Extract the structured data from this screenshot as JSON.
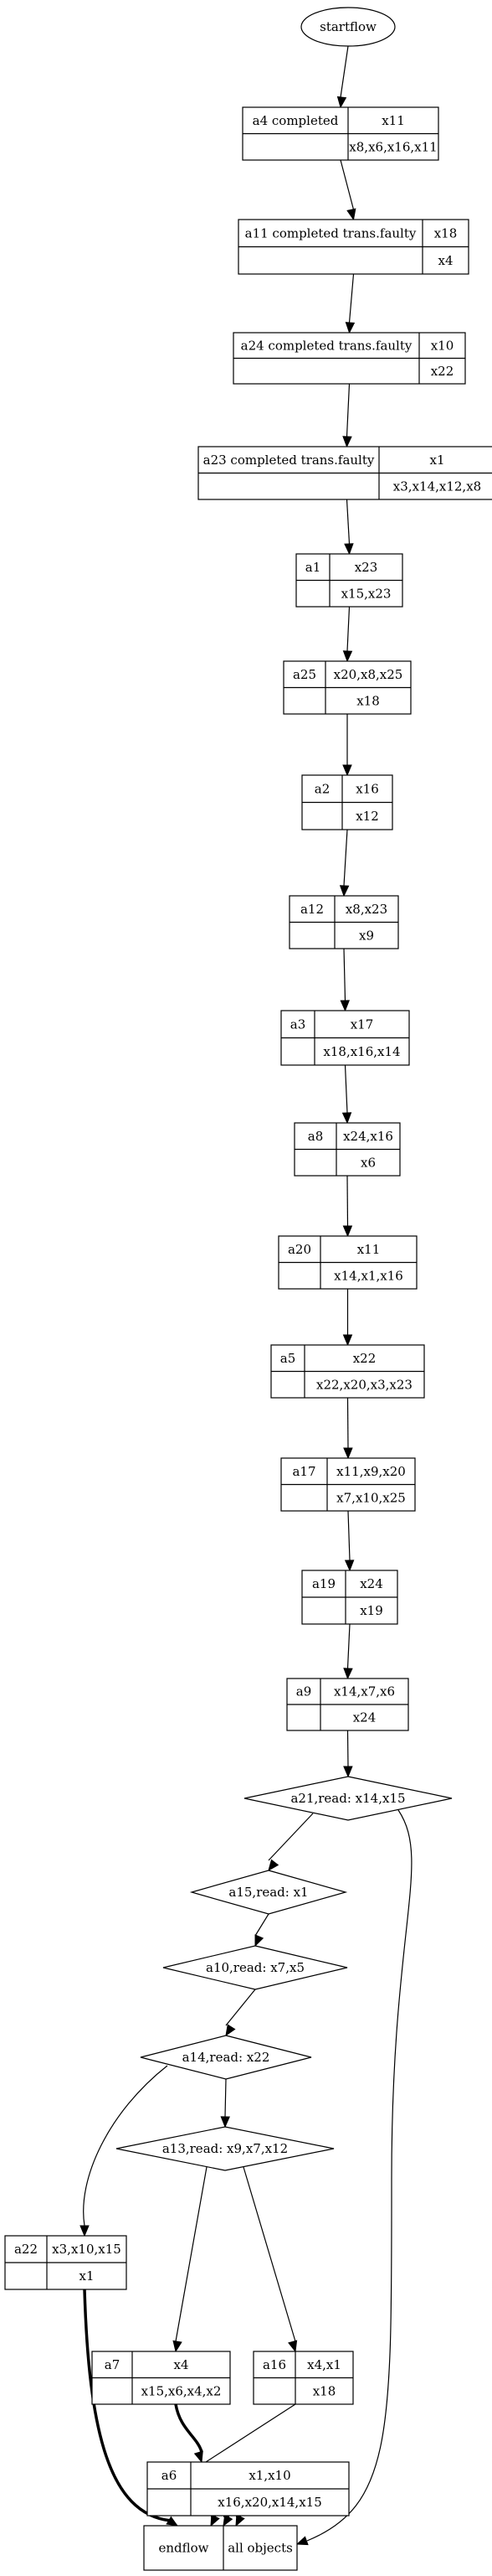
{
  "start": "startflow",
  "records": [
    {
      "id": "a4",
      "name": "a4 completed",
      "top": "x11",
      "bottom": "x8,x6,x16,x11"
    },
    {
      "id": "a11",
      "name": "a11 completed trans.faulty",
      "top": "x18",
      "bottom": "x4"
    },
    {
      "id": "a24",
      "name": "a24 completed trans.faulty",
      "top": "x10",
      "bottom": "x22"
    },
    {
      "id": "a23",
      "name": "a23 completed trans.faulty",
      "top": "x1",
      "bottom": "x3,x14,x12,x8"
    },
    {
      "id": "a1",
      "name": "a1",
      "top": "x23",
      "bottom": "x15,x23"
    },
    {
      "id": "a25",
      "name": "a25",
      "top": "x20,x8,x25",
      "bottom": "x18"
    },
    {
      "id": "a2",
      "name": "a2",
      "top": "x16",
      "bottom": "x12"
    },
    {
      "id": "a12",
      "name": "a12",
      "top": "x8,x23",
      "bottom": "x9"
    },
    {
      "id": "a3",
      "name": "a3",
      "top": "x17",
      "bottom": "x18,x16,x14"
    },
    {
      "id": "a8",
      "name": "a8",
      "top": "x24,x16",
      "bottom": "x6"
    },
    {
      "id": "a20",
      "name": "a20",
      "top": "x11",
      "bottom": "x14,x1,x16"
    },
    {
      "id": "a5",
      "name": "a5",
      "top": "x22",
      "bottom": "x22,x20,x3,x23"
    },
    {
      "id": "a17",
      "name": "a17",
      "top": "x11,x9,x20",
      "bottom": "x7,x10,x25"
    },
    {
      "id": "a19",
      "name": "a19",
      "top": "x24",
      "bottom": "x19"
    },
    {
      "id": "a9",
      "name": "a9",
      "top": "x14,x7,x6",
      "bottom": "x24"
    },
    {
      "id": "a22",
      "name": "a22",
      "top": "x3,x10,x15",
      "bottom": "x1"
    },
    {
      "id": "a7",
      "name": "a7",
      "top": "x4",
      "bottom": "x15,x6,x4,x2"
    },
    {
      "id": "a16",
      "name": "a16",
      "top": "x4,x1",
      "bottom": "x18"
    },
    {
      "id": "a6",
      "name": "a6",
      "top": "x1,x10",
      "bottom": "x16,x20,x14,x15"
    }
  ],
  "decisions": [
    {
      "id": "a21",
      "label": "a21,read: x14,x15"
    },
    {
      "id": "a15",
      "label": "a15,read: x1"
    },
    {
      "id": "a10",
      "label": "a10,read: x7,x5"
    },
    {
      "id": "a14",
      "label": "a14,read: x22"
    },
    {
      "id": "a13",
      "label": "a13,read: x9,x7,x12"
    }
  ],
  "end": {
    "name": "endflow",
    "value": "all objects"
  },
  "edges": [
    {
      "from": "start",
      "to": "a4"
    },
    {
      "from": "a4",
      "to": "a11"
    },
    {
      "from": "a11",
      "to": "a24"
    },
    {
      "from": "a24",
      "to": "a23"
    },
    {
      "from": "a23",
      "to": "a1"
    },
    {
      "from": "a1",
      "to": "a25"
    },
    {
      "from": "a25",
      "to": "a2"
    },
    {
      "from": "a2",
      "to": "a12"
    },
    {
      "from": "a12",
      "to": "a3"
    },
    {
      "from": "a3",
      "to": "a8"
    },
    {
      "from": "a8",
      "to": "a20"
    },
    {
      "from": "a20",
      "to": "a5"
    },
    {
      "from": "a5",
      "to": "a17"
    },
    {
      "from": "a17",
      "to": "a19"
    },
    {
      "from": "a19",
      "to": "a9"
    },
    {
      "from": "a9",
      "to": "a21"
    },
    {
      "from": "a21",
      "to": "a15"
    },
    {
      "from": "a21",
      "to": "end"
    },
    {
      "from": "a15",
      "to": "a10"
    },
    {
      "from": "a10",
      "to": "a14"
    },
    {
      "from": "a14",
      "to": "a22"
    },
    {
      "from": "a14",
      "to": "a13"
    },
    {
      "from": "a13",
      "to": "a7"
    },
    {
      "from": "a13",
      "to": "a16"
    },
    {
      "from": "a22",
      "to": "end",
      "bold": true
    },
    {
      "from": "a7",
      "to": "a6",
      "bold": true
    },
    {
      "from": "a16",
      "to": "a6"
    },
    {
      "from": "a6",
      "to": "end",
      "bold": true,
      "count": 3
    }
  ]
}
